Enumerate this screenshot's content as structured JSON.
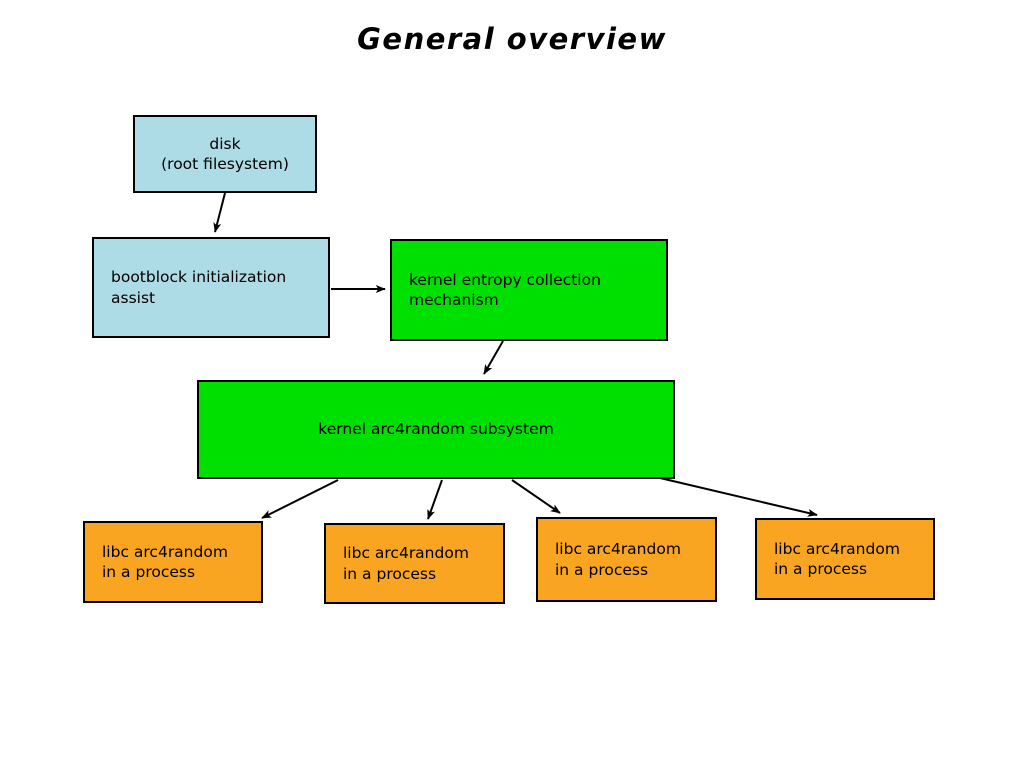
{
  "diagram": {
    "title": "General overview",
    "background_color": "#ffffff",
    "palette": {
      "blue": "#addbe6",
      "green": "#00e000",
      "orange": "#f9a521",
      "stroke": "#000000",
      "text": "#000000"
    },
    "nodes": [
      {
        "id": "disk",
        "label": "disk\n(root filesystem)",
        "color": "#addbe6"
      },
      {
        "id": "bootblock",
        "label": "bootblock initialization\nassist",
        "color": "#addbe6"
      },
      {
        "id": "entropy",
        "label": "kernel entropy collection\nmechanism",
        "color": "#00e000"
      },
      {
        "id": "subsystem",
        "label": "kernel arc4random subsystem",
        "color": "#00e000"
      },
      {
        "id": "libc1",
        "label": "libc arc4random\nin a process",
        "color": "#f9a521"
      },
      {
        "id": "libc2",
        "label": "libc arc4random\nin a process",
        "color": "#f9a521"
      },
      {
        "id": "libc3",
        "label": "libc arc4random\nin a process",
        "color": "#f9a521"
      },
      {
        "id": "libc4",
        "label": "libc arc4random\nin a process",
        "color": "#f9a521"
      }
    ],
    "edges": [
      {
        "id": "disk-to-bootblock",
        "from": "disk",
        "to": "bootblock"
      },
      {
        "id": "bootblock-to-entropy",
        "from": "bootblock",
        "to": "entropy"
      },
      {
        "id": "entropy-to-subsystem",
        "from": "entropy",
        "to": "subsystem"
      },
      {
        "id": "subsystem-to-libc1",
        "from": "subsystem",
        "to": "libc1"
      },
      {
        "id": "subsystem-to-libc2",
        "from": "subsystem",
        "to": "libc2"
      },
      {
        "id": "subsystem-to-libc3",
        "from": "subsystem",
        "to": "libc3"
      },
      {
        "id": "subsystem-to-libc4",
        "from": "subsystem",
        "to": "libc4"
      }
    ]
  }
}
